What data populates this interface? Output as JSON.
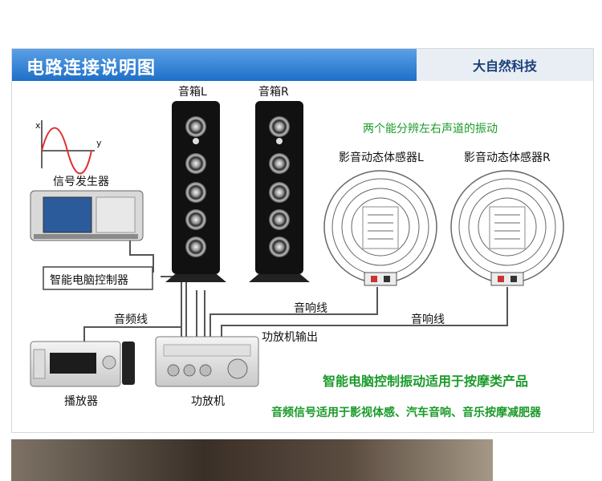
{
  "header": {
    "title": "电路连接说明图",
    "brand": "大自然科技"
  },
  "labels": {
    "speaker_l": "音箱L",
    "speaker_r": "音箱R",
    "vibration_note": "两个能分辨左右声道的振动",
    "transducer_l": "影音动态体感器L",
    "transducer_r": "影音动态体感器R",
    "signal_generator": "信号发生器",
    "computer_controller": "智能电脑控制器",
    "audio_cable": "音频线",
    "speaker_cable_1": "音响线",
    "speaker_cable_2": "音响线",
    "amp_output": "功放机输出",
    "player": "播放器",
    "amplifier": "功放机",
    "axis_x": "x",
    "axis_y": "y"
  },
  "notes": {
    "line1": "智能电脑控制振动适用于按摩类产品",
    "line2": "音频信号适用于影视体感、汽车音响、音乐按摩减肥器"
  },
  "colors": {
    "header_blue": "#2b7fd6",
    "note_green": "#1a9a2a",
    "sine_red": "#e03030"
  }
}
